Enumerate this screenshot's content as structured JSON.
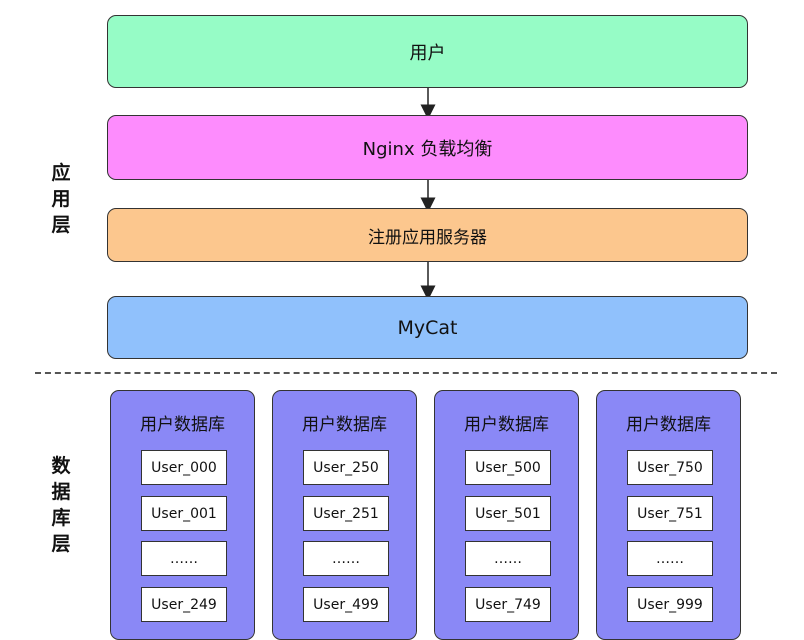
{
  "colors": {
    "user": "#96fcc6",
    "nginx": "#fd8cfd",
    "app": "#fcc78e",
    "mycat": "#90c1fc",
    "db": "#8a88f6"
  },
  "layers": {
    "user": "用户",
    "nginx": "Nginx 负载均衡",
    "app_server": "注册应用服务器",
    "mycat": "MyCat"
  },
  "side_labels": {
    "application": "应用层",
    "database": "数据库层"
  },
  "databases": [
    {
      "title": "用户数据库",
      "tables": [
        "User_000",
        "User_001",
        "……",
        "User_249"
      ]
    },
    {
      "title": "用户数据库",
      "tables": [
        "User_250",
        "User_251",
        "……",
        "User_499"
      ]
    },
    {
      "title": "用户数据库",
      "tables": [
        "User_500",
        "User_501",
        "……",
        "User_749"
      ]
    },
    {
      "title": "用户数据库",
      "tables": [
        "User_750",
        "User_751",
        "……",
        "User_999"
      ]
    }
  ]
}
